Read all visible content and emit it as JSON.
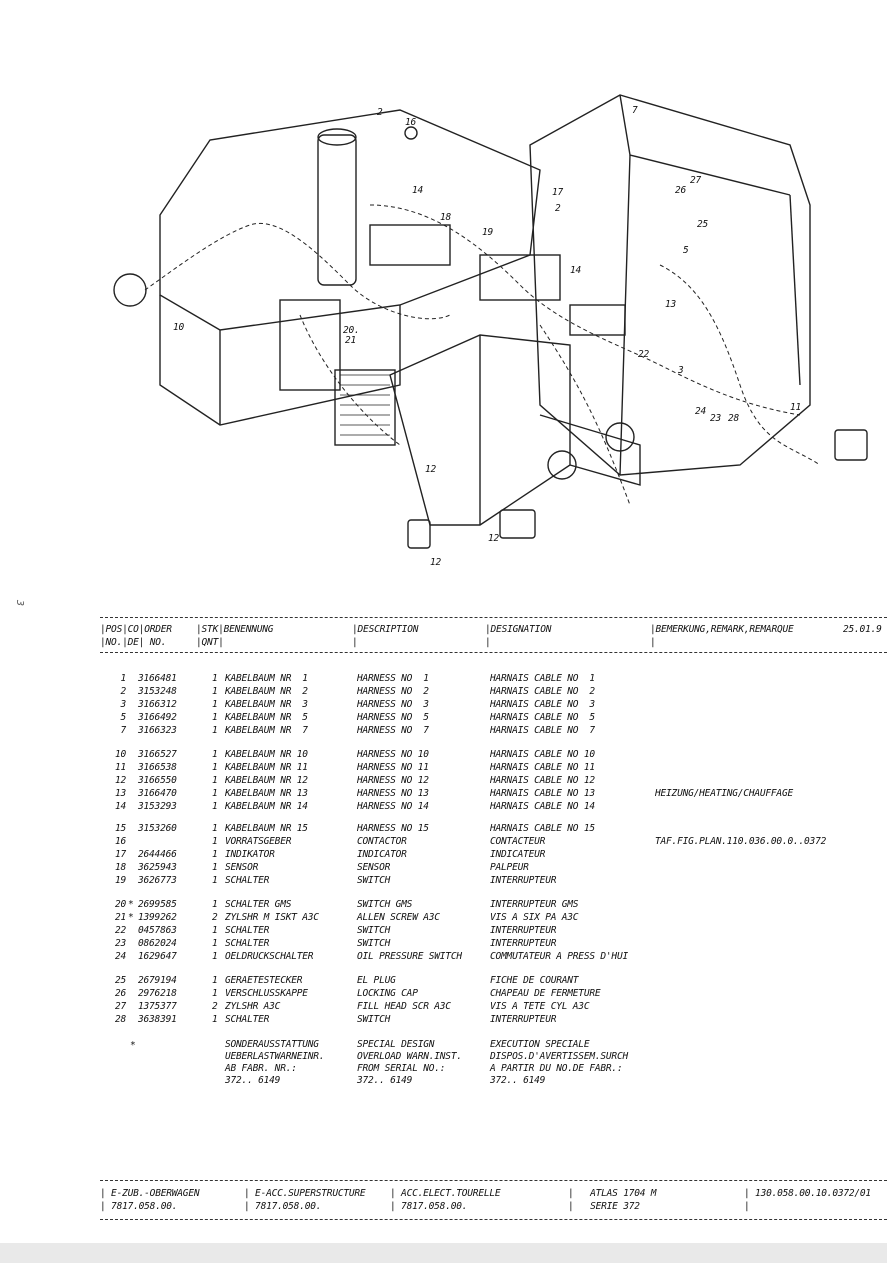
{
  "diagram": {
    "callouts": [
      "2",
      "16",
      "7",
      "14",
      "17",
      "18",
      "19",
      "26",
      "27",
      "25",
      "5",
      "2",
      "13",
      "14",
      "3",
      "22",
      "10",
      "20.",
      "21",
      "11",
      "24",
      "23",
      "28",
      "12",
      "12",
      "12"
    ]
  },
  "table_header": {
    "pos": "POS",
    "co": "CO",
    "order": "ORDER",
    "stk": "STK",
    "benennung": "BENENNUNG",
    "description": "DESCRIPTION",
    "designation": "DESIGNATION",
    "bemerkung": "BEMERKUNG,REMARK,REMARQUE",
    "date": "25.01.9",
    "no": "NO.",
    "de": "DE",
    "no2": "NO.",
    "qnt": "QNT"
  },
  "rows": [
    {
      "pos": "1",
      "star": "",
      "order": "3166481",
      "qty": "1",
      "ben": "KABELBAUM NR  1",
      "desc": "HARNESS NO  1",
      "desig": "HARNAIS CABLE NO  1",
      "rem": ""
    },
    {
      "pos": "2",
      "star": "",
      "order": "3153248",
      "qty": "1",
      "ben": "KABELBAUM NR  2",
      "desc": "HARNESS NO  2",
      "desig": "HARNAIS CABLE NO  2",
      "rem": ""
    },
    {
      "pos": "3",
      "star": "",
      "order": "3166312",
      "qty": "1",
      "ben": "KABELBAUM NR  3",
      "desc": "HARNESS NO  3",
      "desig": "HARNAIS CABLE NO  3",
      "rem": ""
    },
    {
      "pos": "5",
      "star": "",
      "order": "3166492",
      "qty": "1",
      "ben": "KABELBAUM NR  5",
      "desc": "HARNESS NO  5",
      "desig": "HARNAIS CABLE NO  5",
      "rem": ""
    },
    {
      "pos": "7",
      "star": "",
      "order": "3166323",
      "qty": "1",
      "ben": "KABELBAUM NR  7",
      "desc": "HARNESS NO  7",
      "desig": "HARNAIS CABLE NO  7",
      "rem": ""
    },
    {
      "pos": "10",
      "star": "",
      "order": "3166527",
      "qty": "1",
      "ben": "KABELBAUM NR 10",
      "desc": "HARNESS NO 10",
      "desig": "HARNAIS CABLE NO 10",
      "rem": ""
    },
    {
      "pos": "11",
      "star": "",
      "order": "3166538",
      "qty": "1",
      "ben": "KABELBAUM NR 11",
      "desc": "HARNESS NO 11",
      "desig": "HARNAIS CABLE NO 11",
      "rem": ""
    },
    {
      "pos": "12",
      "star": "",
      "order": "3166550",
      "qty": "1",
      "ben": "KABELBAUM NR 12",
      "desc": "HARNESS NO 12",
      "desig": "HARNAIS CABLE NO 12",
      "rem": ""
    },
    {
      "pos": "13",
      "star": "",
      "order": "3166470",
      "qty": "1",
      "ben": "KABELBAUM NR 13",
      "desc": "HARNESS NO 13",
      "desig": "HARNAIS CABLE NO 13",
      "rem": "HEIZUNG/HEATING/CHAUFFAGE"
    },
    {
      "pos": "14",
      "star": "",
      "order": "3153293",
      "qty": "1",
      "ben": "KABELBAUM NR 14",
      "desc": "HARNESS NO 14",
      "desig": "HARNAIS CABLE NO 14",
      "rem": ""
    },
    {
      "pos": "15",
      "star": "",
      "order": "3153260",
      "qty": "1",
      "ben": "KABELBAUM NR 15",
      "desc": "HARNESS NO 15",
      "desig": "HARNAIS CABLE NO 15",
      "rem": ""
    },
    {
      "pos": "16",
      "star": "",
      "order": "",
      "qty": "1",
      "ben": "VORRATSGEBER",
      "desc": "CONTACTOR",
      "desig": "CONTACTEUR",
      "rem": "TAF.FIG.PLAN.110.036.00.0..0372"
    },
    {
      "pos": "17",
      "star": "",
      "order": "2644466",
      "qty": "1",
      "ben": "INDIKATOR",
      "desc": "INDICATOR",
      "desig": "INDICATEUR",
      "rem": ""
    },
    {
      "pos": "18",
      "star": "",
      "order": "3625943",
      "qty": "1",
      "ben": "SENSOR",
      "desc": "SENSOR",
      "desig": "PALPEUR",
      "rem": ""
    },
    {
      "pos": "19",
      "star": "",
      "order": "3626773",
      "qty": "1",
      "ben": "SCHALTER",
      "desc": "SWITCH",
      "desig": "INTERRUPTEUR",
      "rem": ""
    },
    {
      "pos": "20",
      "star": "*",
      "order": "2699585",
      "qty": "1",
      "ben": "SCHALTER GMS",
      "desc": "SWITCH GMS",
      "desig": "INTERRUPTEUR GMS",
      "rem": ""
    },
    {
      "pos": "21",
      "star": "*",
      "order": "1399262",
      "qty": "2",
      "ben": "ZYLSHR M ISKT A3C",
      "desc": "ALLEN SCREW A3C",
      "desig": "VIS A SIX PA A3C",
      "rem": ""
    },
    {
      "pos": "22",
      "star": "",
      "order": "0457863",
      "qty": "1",
      "ben": "SCHALTER",
      "desc": "SWITCH",
      "desig": "INTERRUPTEUR",
      "rem": ""
    },
    {
      "pos": "23",
      "star": "",
      "order": "0862024",
      "qty": "1",
      "ben": "SCHALTER",
      "desc": "SWITCH",
      "desig": "INTERRUPTEUR",
      "rem": ""
    },
    {
      "pos": "24",
      "star": "",
      "order": "1629647",
      "qty": "1",
      "ben": "OELDRUCKSCHALTER",
      "desc": "OIL PRESSURE SWITCH",
      "desig": "COMMUTATEUR A PRESS D'HUI",
      "rem": ""
    },
    {
      "pos": "25",
      "star": "",
      "order": "2679194",
      "qty": "1",
      "ben": "GERAETESTECKER",
      "desc": "EL PLUG",
      "desig": "FICHE DE COURANT",
      "rem": ""
    },
    {
      "pos": "26",
      "star": "",
      "order": "2976218",
      "qty": "1",
      "ben": "VERSCHLUSSKAPPE",
      "desc": "LOCKING CAP",
      "desig": "CHAPEAU DE FERMETURE",
      "rem": ""
    },
    {
      "pos": "27",
      "star": "",
      "order": "1375377",
      "qty": "2",
      "ben": "ZYLSHR A3C",
      "desc": "FILL HEAD SCR A3C",
      "desig": "VIS A TETE CYL A3C",
      "rem": ""
    },
    {
      "pos": "28",
      "star": "",
      "order": "3638391",
      "qty": "1",
      "ben": "SCHALTER",
      "desc": "SWITCH",
      "desig": "INTERRUPTEUR",
      "rem": ""
    }
  ],
  "special_note": {
    "star": "*",
    "ben": [
      "SONDERAUSSTATTUNG",
      "UEBERLASTWARNEINR.",
      "AB FABR. NR.:",
      "372.. 6149"
    ],
    "desc": [
      "SPECIAL DESIGN",
      "OVERLOAD WARN.INST.",
      "FROM SERIAL NO.:",
      "372.. 6149"
    ],
    "desig": [
      "EXECUTION SPECIALE",
      "DISPOS.D'AVERTISSEM.SURCH",
      "A PARTIR DU NO.DE FABR.:",
      "372.. 6149"
    ]
  },
  "footer": {
    "col1_title": "E-ZUB.-OBERWAGEN",
    "col1_no": "7817.058.00.",
    "col2_title": "E-ACC.SUPERSTRUCTURE",
    "col2_no": "7817.058.00.",
    "col3_title": "ACC.ELECT.TOURELLE",
    "col3_no": "7817.058.00.",
    "col4_title": "ATLAS 1704 M",
    "col4_no": "SERIE 372",
    "col5_title": "130.058.00.10.0372/01"
  },
  "margin_mark": "3"
}
